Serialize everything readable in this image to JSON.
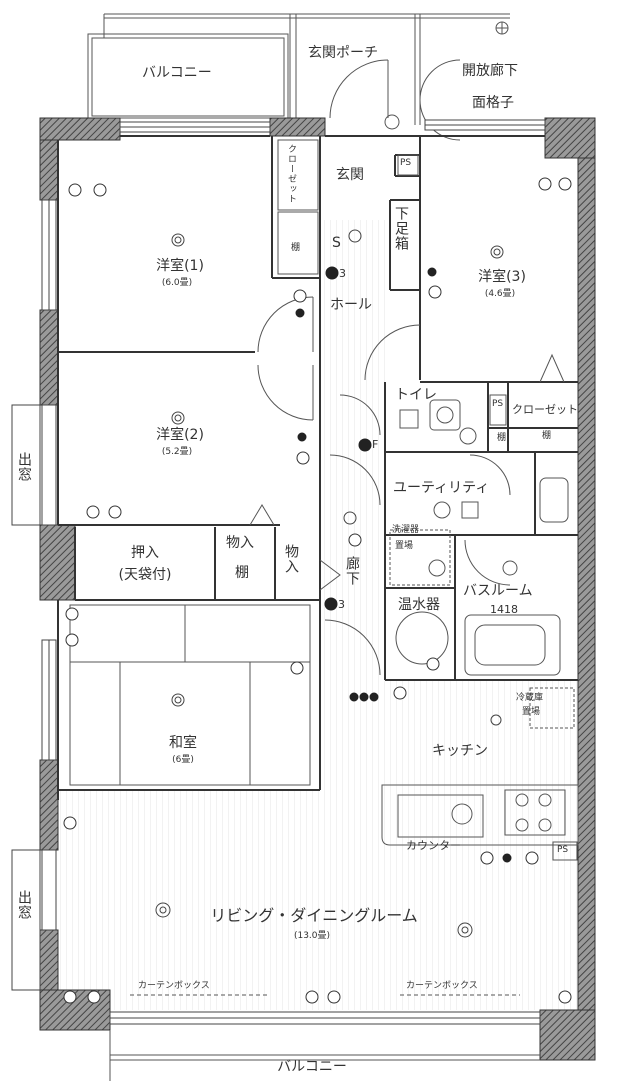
{
  "plan": {
    "balcony_top": "バルコニー",
    "entrance_porch": "玄関ポーチ",
    "open_corridor": "開放廊下",
    "lattice": "面格子",
    "entrance": "玄関",
    "ps": "PS",
    "closet_small": "クローゼット",
    "shelf": "棚",
    "shoe_box": "下足箱",
    "s_mark": "S",
    "num3": "3",
    "f_mark": "F",
    "hall": "ホール",
    "room1": {
      "name": "洋室(1)",
      "size": "(6.0畳)"
    },
    "room2": {
      "name": "洋室(2)",
      "size": "(5.2畳)"
    },
    "room3": {
      "name": "洋室(3)",
      "size": "(4.6畳)"
    },
    "toilet": "トイレ",
    "closet": "クローゼット",
    "utility": "ユーティリティ",
    "washer": "洗濯器",
    "washer_place": "置場",
    "bay_window": "出窓",
    "oshiire": "押入",
    "tenbukuro": "(天袋付)",
    "monoire": "物入",
    "corridor": "廊下",
    "bathroom": "バスルーム",
    "bath_size": "1418",
    "water_heater": "温水器",
    "washitsu": {
      "name": "和室",
      "size": "(6畳)"
    },
    "fridge": "冷蔵庫",
    "fridge_place": "置場",
    "kitchen": "キッチン",
    "counter": "カウンター",
    "living": {
      "name": "リビング・ダイニングルーム",
      "size": "(13.0畳)"
    },
    "curtain_box": "カーテンボックス",
    "balcony_bottom": "バルコニー"
  }
}
